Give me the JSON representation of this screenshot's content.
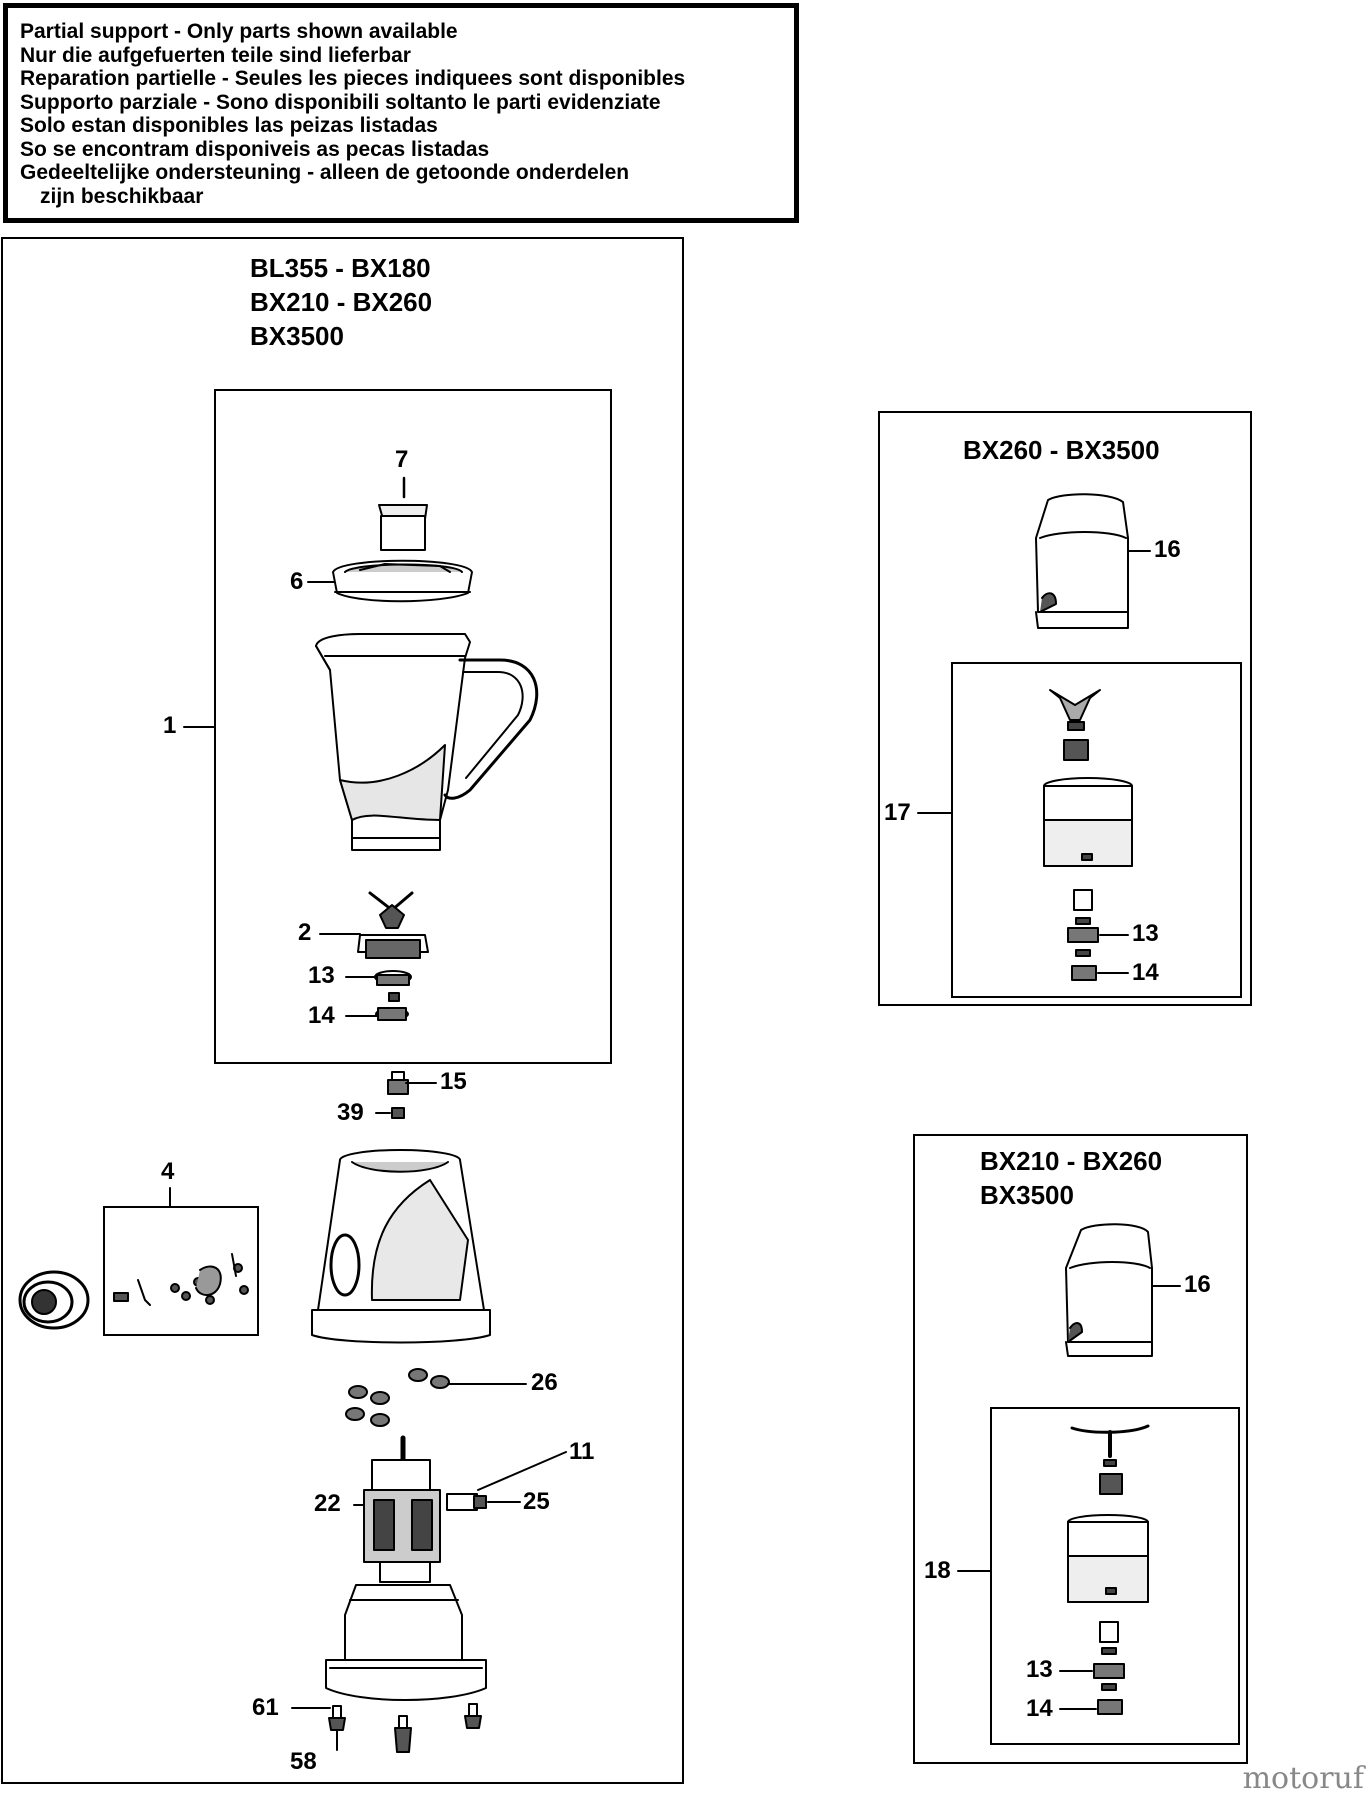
{
  "notice": [
    "Partial support - Only parts shown available",
    "Nur die aufgefuerten teile sind lieferbar",
    "Reparation partielle - Seules les pieces indiquees sont disponibles",
    "Supporto parziale - Sono disponibili soltanto le parti evidenziate",
    "Solo estan disponibles las peizas listadas",
    "So se encontram disponiveis as pecas listadas",
    "Gedeeltelijke ondersteuning - alleen de getoonde onderdelen",
    "zijn beschikbaar"
  ],
  "main_panel": {
    "models": [
      "BL355 - BX180",
      "BX210 - BX260",
      "BX3500"
    ],
    "labels": {
      "p7": "7",
      "p6": "6",
      "p1": "1",
      "p2": "2",
      "p13": "13",
      "p14": "14",
      "p15": "15",
      "p39": "39",
      "p4": "4",
      "p26": "26",
      "p11": "11",
      "p22": "22",
      "p25": "25",
      "p61": "61",
      "p58": "58"
    }
  },
  "panel_a": {
    "models": [
      "BX260 - BX3500"
    ],
    "labels": {
      "p16": "16",
      "p17": "17",
      "p13": "13",
      "p14": "14"
    }
  },
  "panel_b": {
    "models": [
      "BX210 - BX260",
      "BX3500"
    ],
    "labels": {
      "p16": "16",
      "p18": "18",
      "p13": "13",
      "p14": "14"
    }
  },
  "watermark": "motoruf"
}
